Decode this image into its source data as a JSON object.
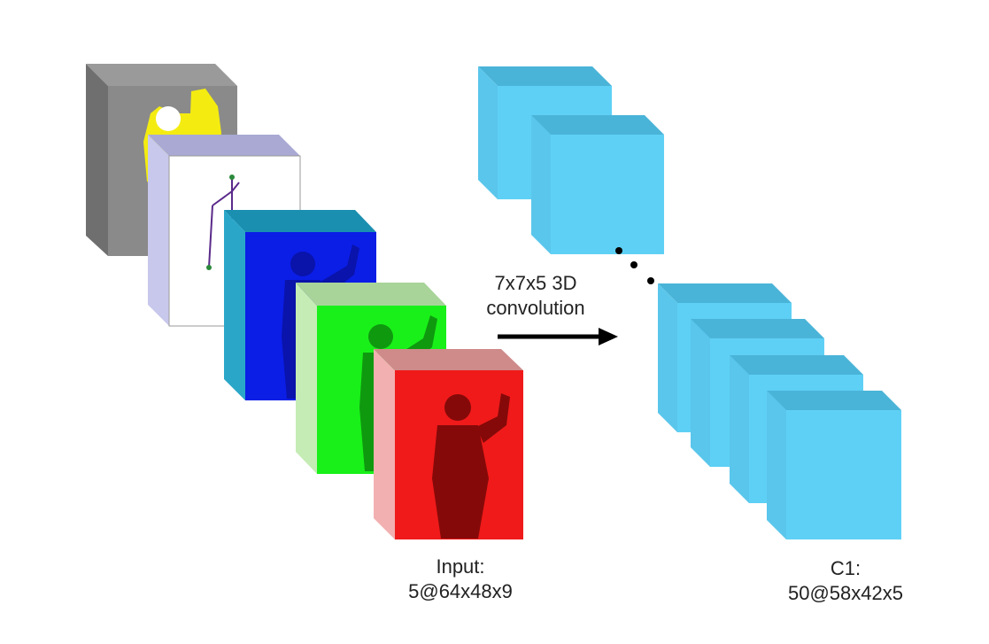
{
  "operation": {
    "line1": "7x7x5 3D",
    "line2": "convolution"
  },
  "input": {
    "title": "Input:",
    "shape": "5@64x48x9",
    "channels": [
      {
        "name": "gray-silhouette",
        "face": "#8a8a8a",
        "top": "#9a9a9a",
        "side": "#6f6f6f"
      },
      {
        "name": "skeleton",
        "face": "#ffffff",
        "top": "#a9a9d4",
        "side": "#c8c8ec"
      },
      {
        "name": "blue",
        "face": "#0a1ee6",
        "top": "#1a8fb0",
        "side": "#2aa6c8"
      },
      {
        "name": "green",
        "face": "#19f019",
        "top": "#a8d49a",
        "side": "#c4ecb4"
      },
      {
        "name": "red",
        "face": "#f01a1a",
        "top": "#cf8a8a",
        "side": "#f2b0b0"
      }
    ]
  },
  "output": {
    "title": "C1:",
    "shape": "50@58x42x5",
    "colors": {
      "face": "#5fd0f5",
      "top": "#4ab4d8",
      "side": "#5ac6ec"
    }
  }
}
